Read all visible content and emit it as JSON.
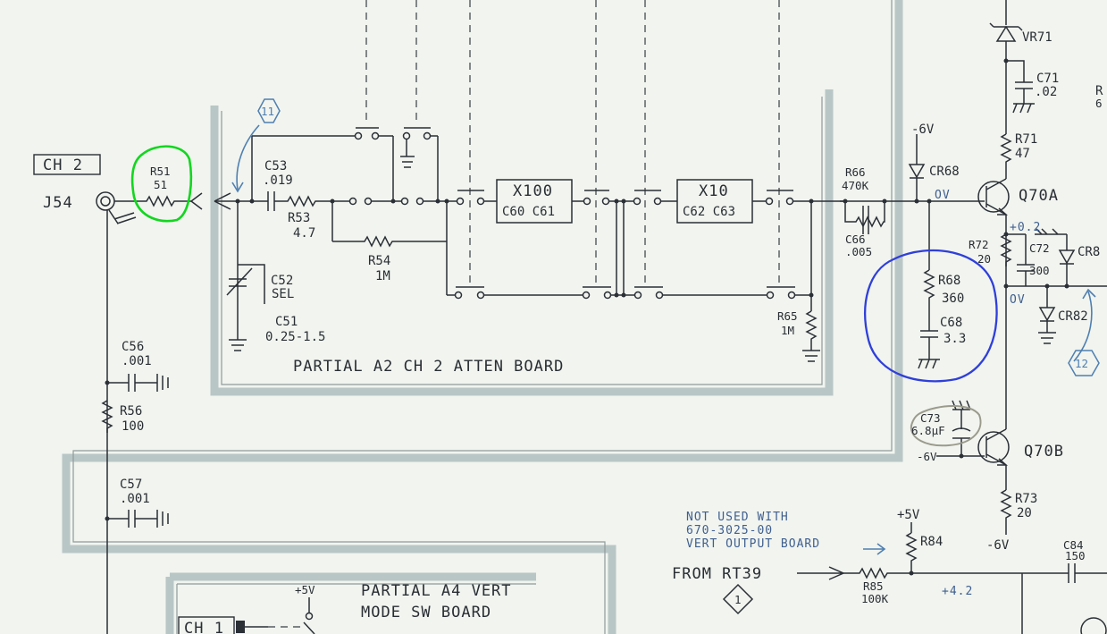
{
  "boards": {
    "atten": "PARTIAL A2 CH 2 ATTEN BOARD",
    "vert_mode_line1": "PARTIAL A4 VERT",
    "vert_mode_line2": "MODE SW BOARD"
  },
  "connectors": {
    "ch2": "CH 2",
    "ch1": "CH 1",
    "j54": "J54"
  },
  "markers": {
    "m11": "11",
    "m12": "12",
    "m1": "1"
  },
  "components": {
    "r51": {
      "ref": "R51",
      "value": "51"
    },
    "c53": {
      "ref": "C53",
      "value": ".019"
    },
    "r53": {
      "ref": "R53",
      "value": "4.7"
    },
    "r54": {
      "ref": "R54",
      "value": "1M"
    },
    "c52": {
      "ref": "C52",
      "value": "SEL"
    },
    "c51": {
      "ref": "C51",
      "value": "0.25-1.5"
    },
    "x100": {
      "ref": "X100",
      "value": "C60 C61"
    },
    "x10": {
      "ref": "X10",
      "value": "C62 C63"
    },
    "r65": {
      "ref": "R65",
      "value": "1M"
    },
    "c56": {
      "ref": "C56",
      "value": ".001"
    },
    "r56": {
      "ref": "R56",
      "value": "100"
    },
    "c57": {
      "ref": "C57",
      "value": ".001"
    },
    "r66": {
      "ref": "R66",
      "value": "470K"
    },
    "c66": {
      "ref": "C66",
      "value": ".005"
    },
    "cr68": {
      "ref": "CR68"
    },
    "r68": {
      "ref": "R68",
      "value": "360"
    },
    "c68": {
      "ref": "C68",
      "value": "3.3"
    },
    "vr71": {
      "ref": "VR71"
    },
    "c71": {
      "ref": "C71",
      "value": ".02"
    },
    "r71": {
      "ref": "R71",
      "value": "47"
    },
    "q70a": {
      "ref": "Q70A"
    },
    "q70b": {
      "ref": "Q70B"
    },
    "r72": {
      "ref": "R72",
      "value": "20"
    },
    "c72": {
      "ref": "C72",
      "value": "300"
    },
    "cr8x": {
      "ref": "CR8"
    },
    "cr82": {
      "ref": "CR82"
    },
    "c73": {
      "ref": "C73",
      "value": "6.8µF"
    },
    "r73": {
      "ref": "R73",
      "value": "20"
    },
    "r84": {
      "ref": "R84"
    },
    "r85": {
      "ref": "R85",
      "value": "100K"
    },
    "c84": {
      "ref": "C84",
      "value": "150"
    },
    "r_edge": {
      "ref": "R",
      "value": "6"
    }
  },
  "voltages": {
    "neg6v_top": "-6V",
    "ov_a": "OV",
    "plus02": "+0.2",
    "ov_b": "OV",
    "neg6v_left": "-6V",
    "neg6v_bottom": "-6V",
    "plus5v_note": "+5V",
    "plus5v_board": "+5V",
    "plus42": "+4.2"
  },
  "notes": {
    "line1": "NOT USED WITH",
    "line2": "670-3025-00",
    "line3": "VERT OUTPUT BOARD",
    "from": "FROM RT39"
  },
  "colors": {
    "green_mark": "#12d61f",
    "blue_mark": "#2f3fd9",
    "note_text": "#3f5f8f",
    "board_outline": "#b9c6c6"
  }
}
